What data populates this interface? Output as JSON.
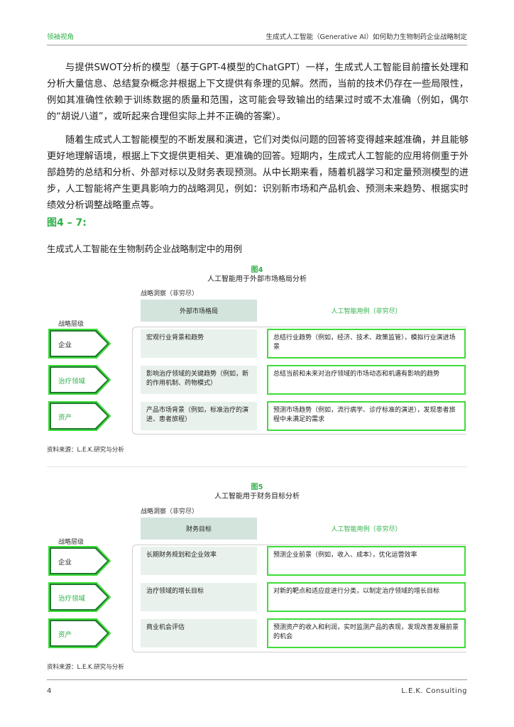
{
  "header": {
    "section": "领袖视角",
    "title": "生成式人工智能（Generative AI）如何助力生物制药企业战略制定"
  },
  "body": {
    "paragraphs": [
      "与提供SWOT分析的模型（基于GPT-4模型的ChatGPT）一样，生成式人工智能目前擅长处理和分析大量信息、总结复杂概念并根据上下文提供有条理的见解。然而，当前的技术仍存在一些局限性，例如其准确性依赖于训练数据的质量和范围，这可能会导致输出的结果过时或不太准确（例如，偶尔的“胡说八道”，或听起来合理但实际上并不正确的答案）。",
      "随着生成式人工智能模型的不断发展和演进，它们对类似问题的回答将变得越来越准确，并且能够更好地理解语境，根据上下文提供更相关、更准确的回答。短期内，生成式人工智能的应用将侧重于外部趋势的总结和分析、外部对标以及财务表现预测。从中长期来看，随着机器学习和定量预测模型的进步，人工智能将产生更具影响力的战略洞见，例如：识别新市场和产品机会、预测未来趋势、根据实时绩效分析调整战略重点等。"
    ]
  },
  "figure_group": {
    "label": "图4 – 7:",
    "caption": "生成式人工智能在生物制药企业战略制定中的用例"
  },
  "figures": [
    {
      "number": "图4",
      "title": "人工智能用于外部市场格局分析",
      "insight_label": "战略洞察（非穷尽）",
      "level_label": "战略层级",
      "left_header": "外部市场格局",
      "right_header": "人工智能用例（非穷尽）",
      "rows": [
        {
          "level": "企业",
          "insight": "宏观行业背景和趋势",
          "use_case": "总结行业趋势（例如，经济、技术、政策监管），模拟行业演进场景"
        },
        {
          "level": "治疗领域",
          "insight": "影响治疗领域的关键趋势（例如，新的作用机制、药物模式）",
          "use_case": "总结当前和未来对治疗领域的市场动态和机遇有影响的趋势"
        },
        {
          "level": "资产",
          "insight": "产品市场背景（例如，标准治疗的演进、患者旅程）",
          "use_case": "预测市场趋势（例如，流行病学、诊疗标准的演进），发现患者旅程中未满足的需求"
        }
      ],
      "source": "资料来源：L.E.K.研究与分析"
    },
    {
      "number": "图5",
      "title": "人工智能用于财务目标分析",
      "insight_label": "战略洞察（非穷尽）",
      "level_label": "战略层级",
      "left_header": "财务目标",
      "right_header": "人工智能用例（非穷尽）",
      "rows": [
        {
          "level": "企业",
          "insight": "长期财务规划和企业效率",
          "use_case": "预测企业前景（例如，收入、成本），优化运营效率"
        },
        {
          "level": "治疗领域",
          "insight": "治疗领域的增长目标",
          "use_case": "对新的靶点和适应症进行分类，以制定治疗领域的增长目标"
        },
        {
          "level": "资产",
          "insight": "商业机会评估",
          "use_case": "预测资产的收入和利润，实时监测产品的表现，发现改善发展前景的机会"
        }
      ],
      "source": "资料来源：L.E.K.研究与分析"
    }
  ],
  "footer": {
    "page_number": "4",
    "brand": "L.E.K. Consulting"
  },
  "colors": {
    "accent_green": "#2fb04a",
    "bright_green": "#3fdc3a",
    "dark_green": "#1f7a2e",
    "header_fill": "#d3e4dc",
    "cell_fill": "#e9f1ec"
  }
}
